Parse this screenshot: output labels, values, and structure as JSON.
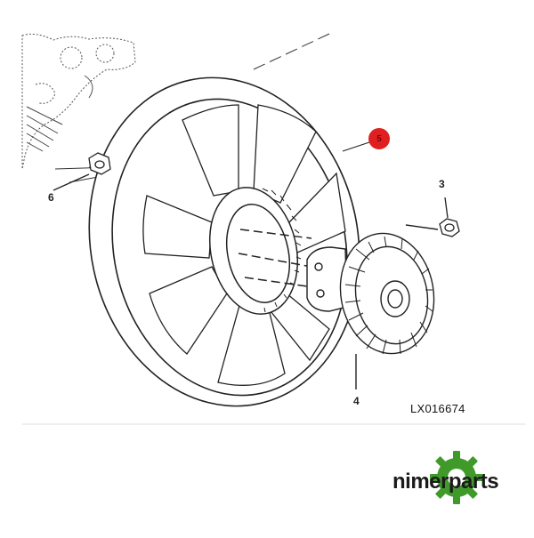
{
  "diagram": {
    "callouts": {
      "c3": "3",
      "c4": "4",
      "c5": "5",
      "c6": "6"
    },
    "figure_code": "LX016674"
  },
  "brand": {
    "name": "nimerparts",
    "gear_color": "#3f9a2a",
    "callout_color": "#e02020"
  }
}
